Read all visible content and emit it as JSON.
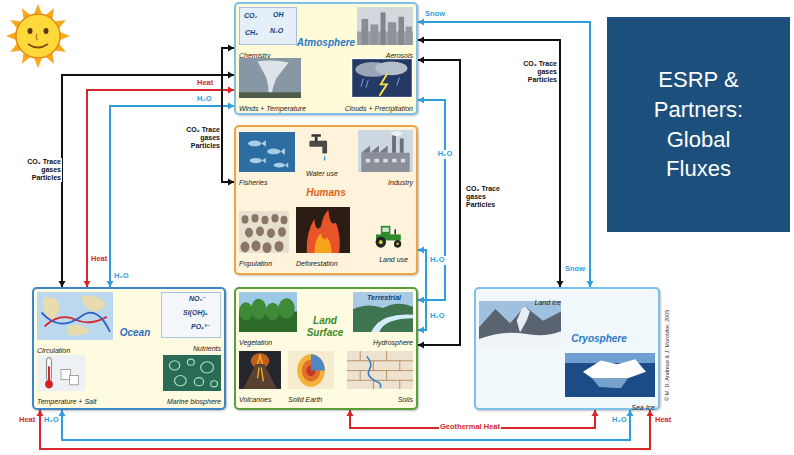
{
  "diagram": {
    "nodes": [
      {
        "text": [
          "ESRP & Partners: Global Fluxes"
        ]
      },
      {
        "text": [
          "Atmosphere"
        ]
      },
      {
        "text": [
          "CO₂",
          "OH",
          "CH₄",
          "N₂O",
          "Chemistry"
        ],
        "in": 1
      },
      {
        "text": [
          "Aerosols"
        ],
        "in": 1
      },
      {
        "text": [
          "Winds + Temperature"
        ],
        "in": 1
      },
      {
        "text": [
          "Clouds + Precipitation"
        ],
        "in": 1
      },
      {
        "text": [
          "Humans"
        ]
      },
      {
        "text": [
          "Fisheries"
        ],
        "in": 6
      },
      {
        "text": [
          "Water use"
        ],
        "in": 6
      },
      {
        "text": [
          "Industry"
        ],
        "in": 6
      },
      {
        "text": [
          "Population"
        ],
        "in": 6
      },
      {
        "text": [
          "Deforestation"
        ],
        "in": 6
      },
      {
        "text": [
          "Land use"
        ],
        "in": 6
      },
      {
        "text": [
          "Ocean"
        ]
      },
      {
        "text": [
          "Circulation"
        ],
        "in": 13
      },
      {
        "text": [
          "NO₃⁻",
          "Si(OH)₄",
          "PO₄³⁻",
          "Nutrients"
        ],
        "in": 13
      },
      {
        "text": [
          "Temperature + Salt"
        ],
        "in": 13
      },
      {
        "text": [
          "Marine biosphere"
        ],
        "in": 13
      },
      {
        "text": [
          "Land Surface"
        ]
      },
      {
        "text": [
          "Vegetation"
        ],
        "in": 18
      },
      {
        "text": [
          "Terrestrial",
          "Hydrosphere"
        ],
        "in": 18
      },
      {
        "text": [
          "Volcanoes"
        ],
        "in": 18
      },
      {
        "text": [
          "Solid Earth"
        ],
        "in": 18
      },
      {
        "text": [
          "Soils"
        ],
        "in": 18
      },
      {
        "text": [
          "Cryosphere"
        ]
      },
      {
        "text": [
          "Land ice"
        ],
        "in": 24
      },
      {
        "text": [
          "Sea Ice"
        ],
        "in": 24
      }
    ],
    "edges": [
      {
        "from": 13,
        "to": 1,
        "arrow": "both",
        "label": "Heat"
      },
      {
        "from": 1,
        "to": 13,
        "arrow": "both",
        "label": "H₂O"
      },
      {
        "from": 1,
        "to": 13,
        "arrow": "both",
        "label": "CO₂ Trace gases Particles"
      },
      {
        "from": 1,
        "to": 6,
        "arrow": "both",
        "label": "CO₂ Trace gases Particles"
      },
      {
        "from": 1,
        "to": 18,
        "arrow": "both",
        "label": "H₂O"
      },
      {
        "from": 6,
        "to": 18,
        "arrow": "both",
        "label": "H₂O"
      },
      {
        "from": 1,
        "to": 18,
        "arrow": "both",
        "label": "CO₂ Trace gases Particles"
      },
      {
        "from": 1,
        "to": 24,
        "arrow": "both",
        "label": "CO₂ Trace gases Particles"
      },
      {
        "from": 1,
        "to": 24,
        "arrow": "both",
        "label": "Snow"
      },
      {
        "from": 13,
        "to": 24,
        "arrow": "both",
        "label": "Heat"
      },
      {
        "from": 13,
        "to": 24,
        "arrow": "both",
        "label": "H₂O"
      },
      {
        "from": 18,
        "to": 24,
        "arrow": "both",
        "label": "Geothermal Heat"
      }
    ],
    "labels": [
      "Heat",
      "H₂O",
      "H₂O",
      "Snow",
      "H₂O",
      "Heat",
      "© M. D. Andreae & J. Marotzke, 2005"
    ]
  }
}
